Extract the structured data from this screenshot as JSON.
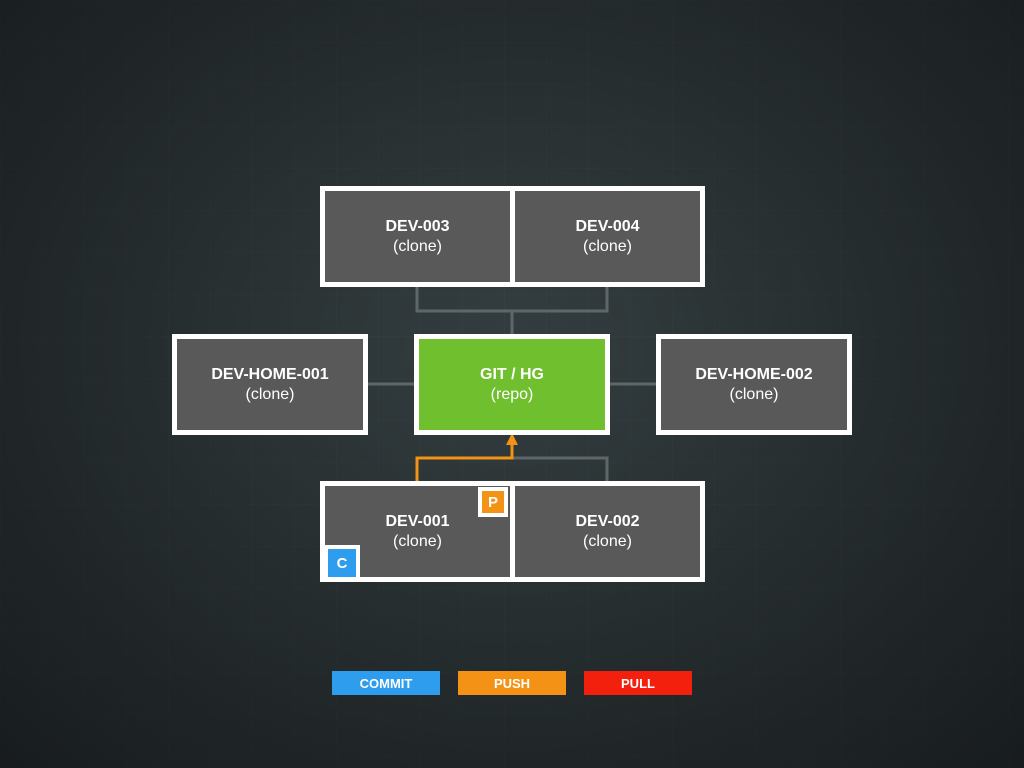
{
  "colors": {
    "repo": "#6fbf2f",
    "clone": "#595959",
    "border": "#ffffff",
    "connector": "#5f6668",
    "commit": "#2f9ded",
    "push": "#f39214",
    "pull": "#f2200c"
  },
  "nodes": {
    "dev003": {
      "name": "DEV-003",
      "sub": "(clone)"
    },
    "dev004": {
      "name": "DEV-004",
      "sub": "(clone)"
    },
    "devhome001": {
      "name": "DEV-HOME-001",
      "sub": "(clone)"
    },
    "repo": {
      "name": "GIT / HG",
      "sub": "(repo)"
    },
    "devhome002": {
      "name": "DEV-HOME-002",
      "sub": "(clone)"
    },
    "dev001": {
      "name": "DEV-001",
      "sub": "(clone)"
    },
    "dev002": {
      "name": "DEV-002",
      "sub": "(clone)"
    }
  },
  "badges": {
    "push": "P",
    "commit": "C"
  },
  "legend": [
    {
      "label": "COMMIT",
      "color": "#2f9ded"
    },
    {
      "label": "PUSH",
      "color": "#f39214"
    },
    {
      "label": "PULL",
      "color": "#f2200c"
    }
  ]
}
